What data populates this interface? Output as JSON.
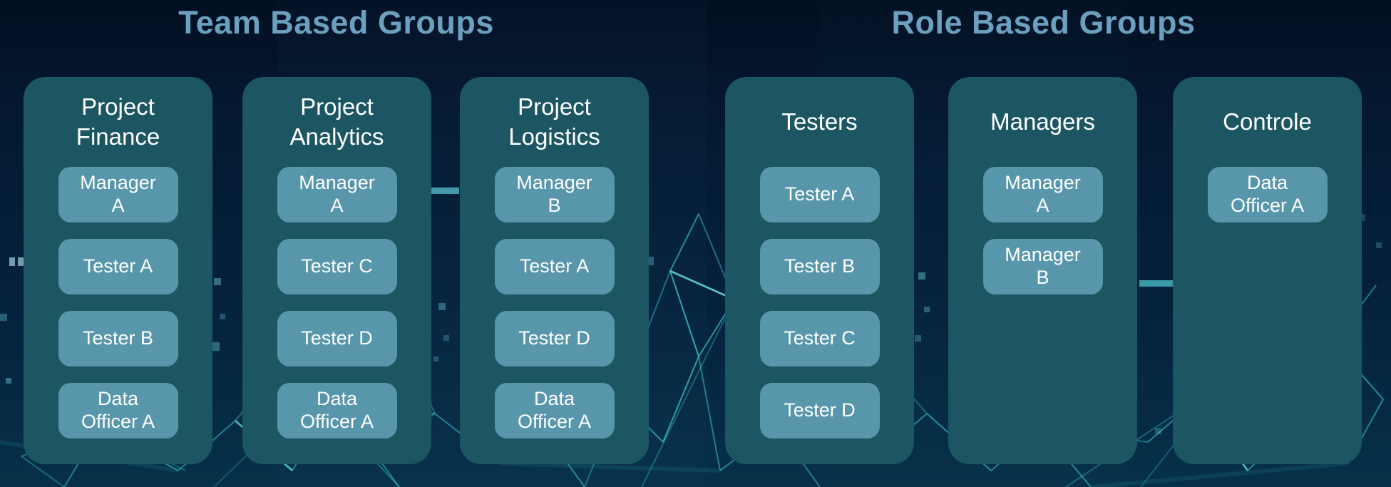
{
  "page": {
    "background_color": "#04182f",
    "card_color": "#1c5663",
    "chip_color": "#5896ab",
    "section_title_color": "#6ba1bf",
    "text_color": "#ffffff"
  },
  "sections": [
    {
      "title": "Team Based Groups",
      "groups": [
        {
          "title": "Project Finance",
          "members": [
            "Manager A",
            "Tester A",
            "Tester B",
            "Data Officer A"
          ]
        },
        {
          "title": "Project Analytics",
          "members": [
            "Manager A",
            "Tester C",
            "Tester D",
            "Data Officer A"
          ]
        },
        {
          "title": "Project Logistics",
          "members": [
            "Manager B",
            "Tester A",
            "Tester D",
            "Data Officer A"
          ]
        }
      ]
    },
    {
      "title": "Role Based Groups",
      "groups": [
        {
          "title": "Testers",
          "members": [
            "Tester A",
            "Tester B",
            "Tester C",
            "Tester D"
          ]
        },
        {
          "title": "Managers",
          "members": [
            "Manager A",
            "Manager B"
          ]
        },
        {
          "title": "Controle",
          "members": [
            "Data Officer A"
          ]
        }
      ]
    }
  ]
}
